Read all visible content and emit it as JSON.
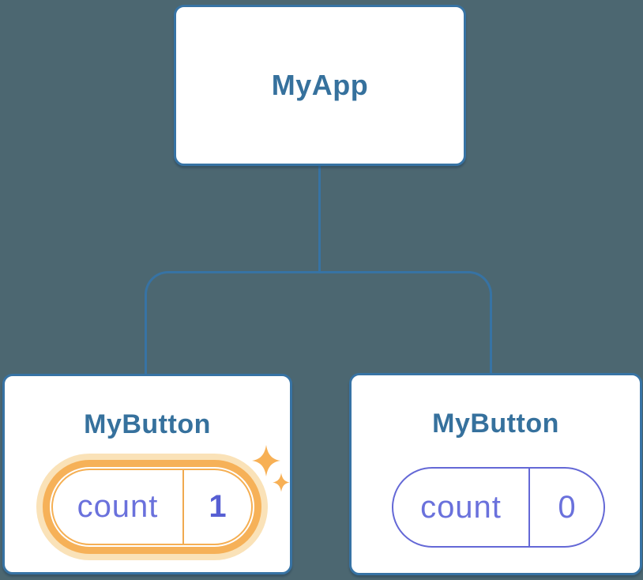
{
  "background_color": "#4C6771",
  "palette": {
    "card_background": "#FFFFFF",
    "card_border": "#3773A4",
    "title_text": "#36719D",
    "connector_line": "#3773A4",
    "state_text": "#6A71DC",
    "state_value_bold": "#575FD3",
    "state_pill_border": "#6468D6",
    "highlight_ring": "#F6B158",
    "highlight_glow": "#FAE2B8",
    "sparkle": "#F7B055"
  },
  "diagram": {
    "type": "component-tree",
    "root": {
      "label": "MyApp"
    },
    "children": [
      {
        "label": "MyButton",
        "state_name": "count",
        "state_value": "1",
        "highlighted": true,
        "icon": "sparkles-icon"
      },
      {
        "label": "MyButton",
        "state_name": "count",
        "state_value": "0",
        "highlighted": false
      }
    ]
  }
}
